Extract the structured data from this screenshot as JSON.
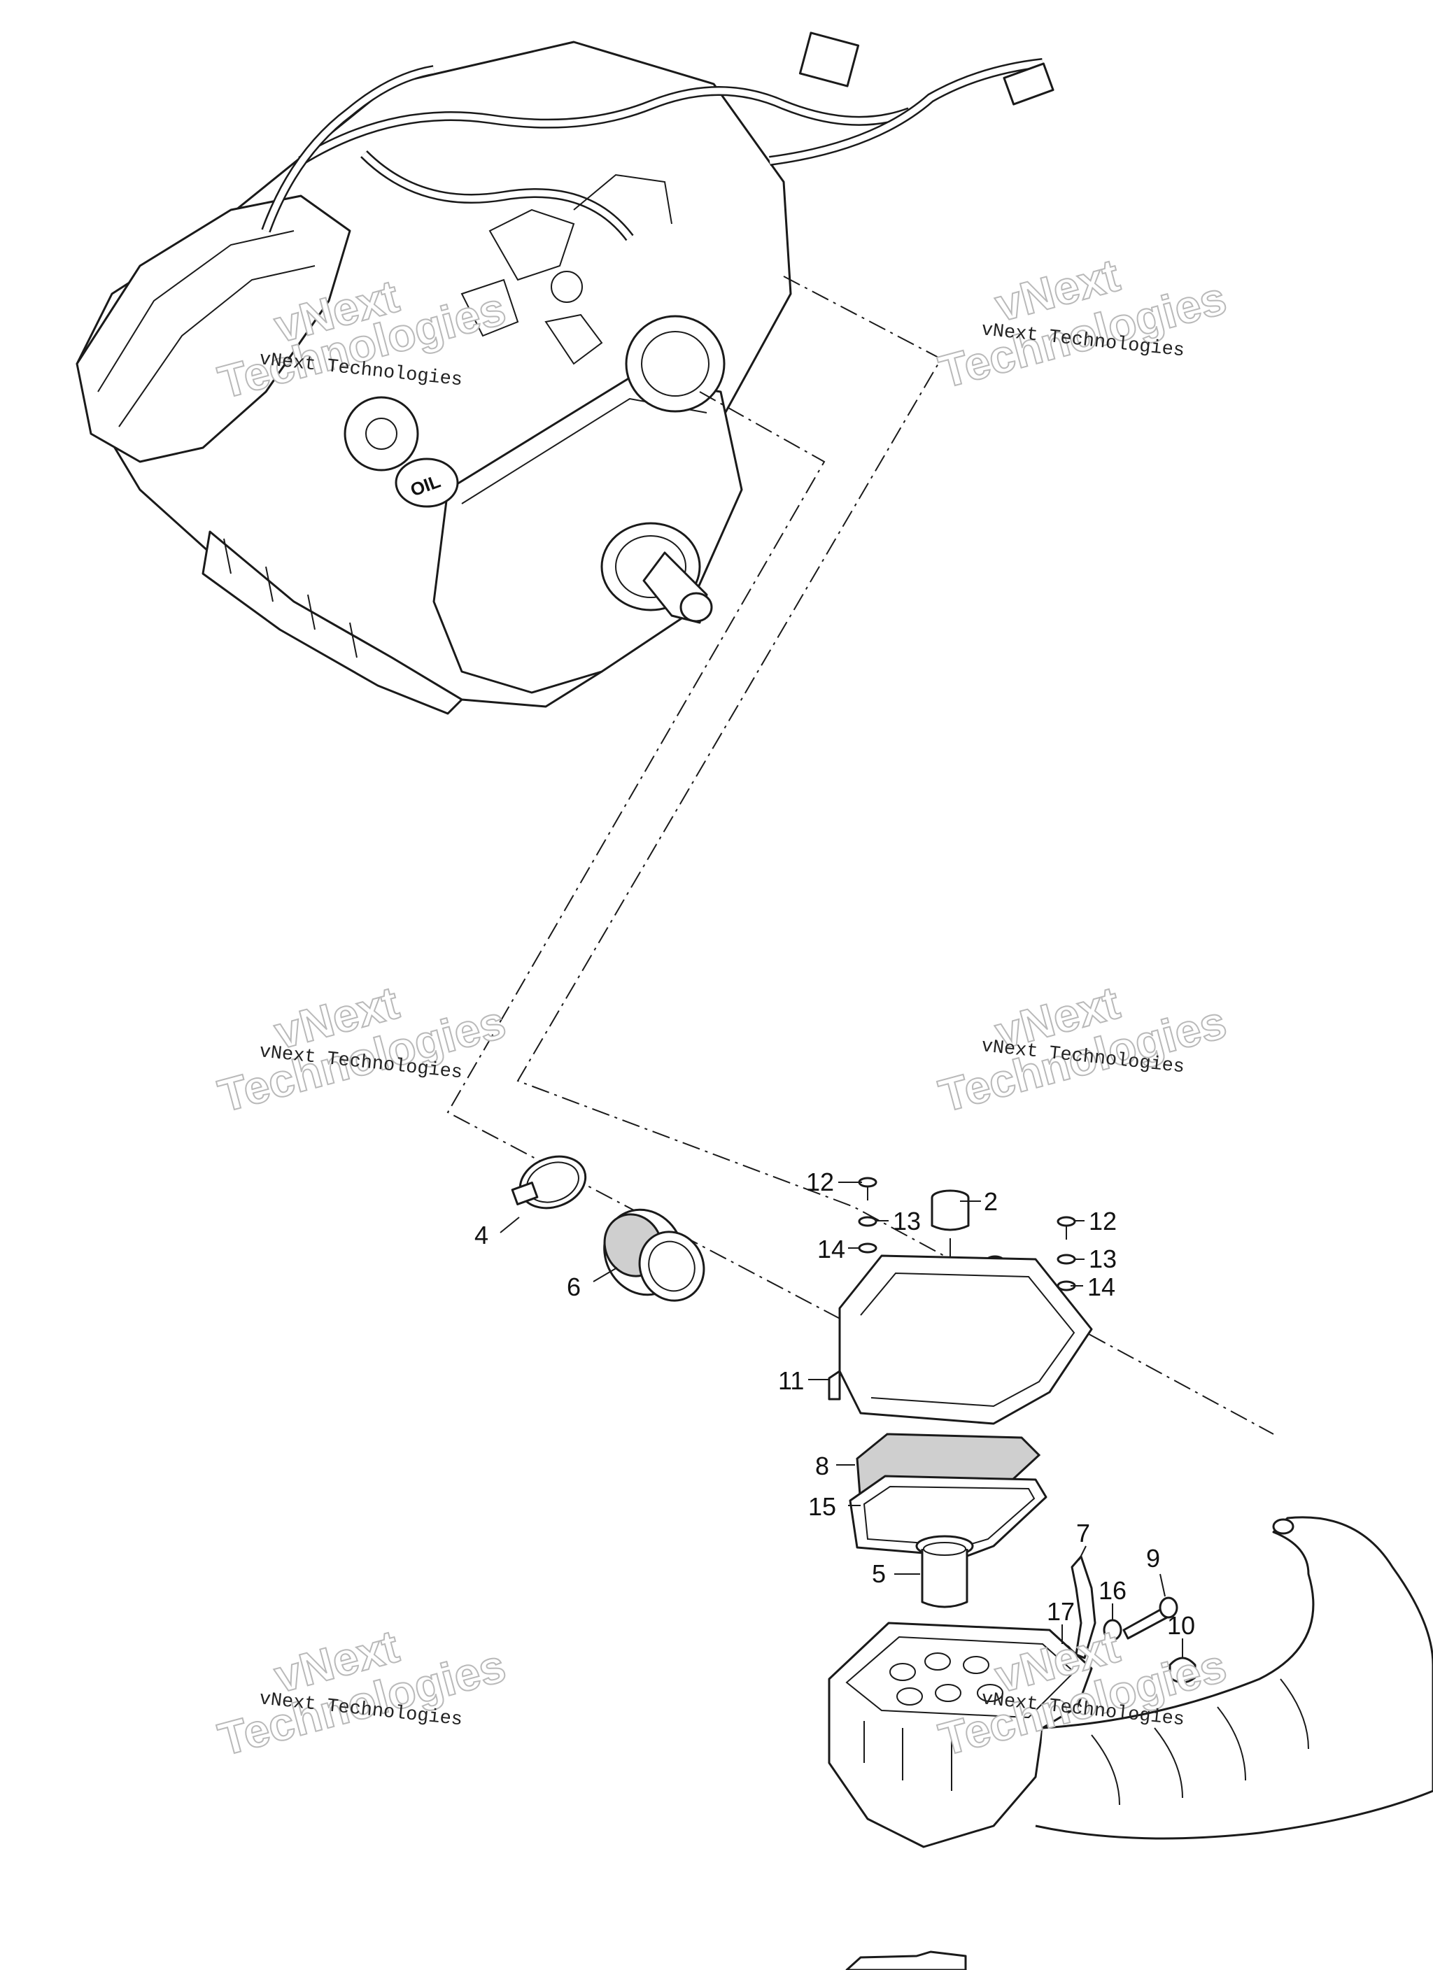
{
  "watermark": {
    "brand_small": "vNext Technologies",
    "brand_big_line1": "vNext",
    "brand_big_line2": "Technologies"
  },
  "callouts": [
    {
      "id": "c12a",
      "text": "12"
    },
    {
      "id": "c2",
      "text": "2"
    },
    {
      "id": "c13a",
      "text": "13"
    },
    {
      "id": "c12b",
      "text": "12"
    },
    {
      "id": "c14a",
      "text": "14"
    },
    {
      "id": "c13b",
      "text": "13"
    },
    {
      "id": "c4",
      "text": "4"
    },
    {
      "id": "c14b",
      "text": "14"
    },
    {
      "id": "c6",
      "text": "6"
    },
    {
      "id": "c11",
      "text": "11"
    },
    {
      "id": "c8",
      "text": "8"
    },
    {
      "id": "c15",
      "text": "15"
    },
    {
      "id": "c7",
      "text": "7"
    },
    {
      "id": "c9",
      "text": "9"
    },
    {
      "id": "c5",
      "text": "5"
    },
    {
      "id": "c16",
      "text": "16"
    },
    {
      "id": "c17",
      "text": "17"
    },
    {
      "id": "c10",
      "text": "10"
    }
  ],
  "engine_label": "OIL"
}
